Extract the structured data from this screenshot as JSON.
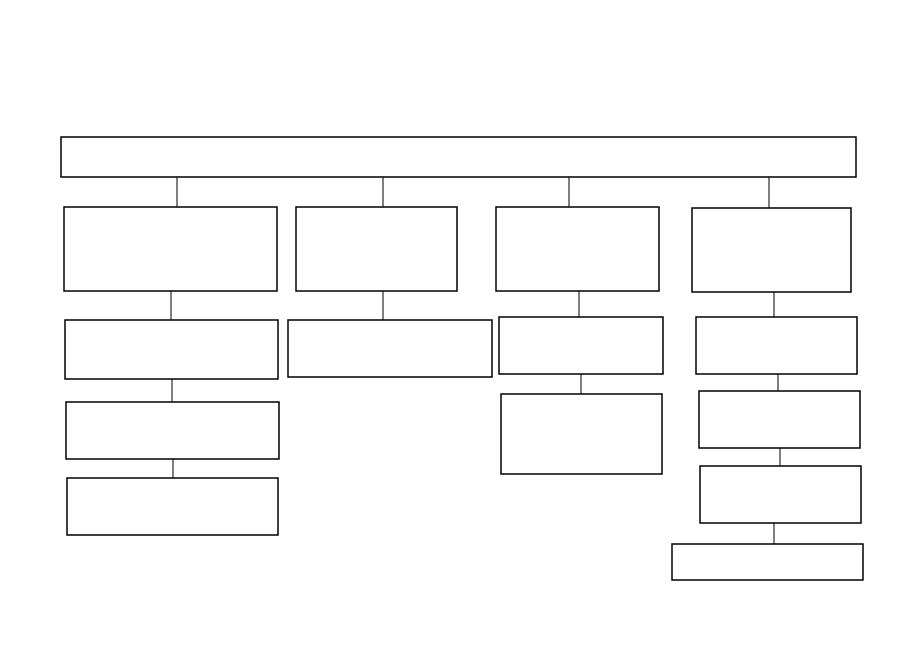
{
  "diagram": {
    "type": "org-chart",
    "colors": {
      "stroke": "#000000",
      "fill": "#ffffff",
      "background": "#ffffff"
    },
    "nodes": [
      {
        "id": "root",
        "text": ""
      },
      {
        "id": "c1",
        "text": ""
      },
      {
        "id": "c1a",
        "text": ""
      },
      {
        "id": "c1b",
        "text": ""
      },
      {
        "id": "c1c",
        "text": ""
      },
      {
        "id": "c2",
        "text": ""
      },
      {
        "id": "c2a",
        "text": ""
      },
      {
        "id": "c3",
        "text": ""
      },
      {
        "id": "c3a",
        "text": ""
      },
      {
        "id": "c3b",
        "text": ""
      },
      {
        "id": "c4",
        "text": ""
      },
      {
        "id": "c4a",
        "text": ""
      },
      {
        "id": "c4b",
        "text": ""
      },
      {
        "id": "c4c",
        "text": ""
      },
      {
        "id": "c4d",
        "text": ""
      }
    ],
    "edges": [
      {
        "from": "root",
        "to": "c1"
      },
      {
        "from": "root",
        "to": "c2"
      },
      {
        "from": "root",
        "to": "c3"
      },
      {
        "from": "root",
        "to": "c4"
      },
      {
        "from": "c1",
        "to": "c1a"
      },
      {
        "from": "c1a",
        "to": "c1b"
      },
      {
        "from": "c1b",
        "to": "c1c"
      },
      {
        "from": "c2",
        "to": "c2a"
      },
      {
        "from": "c3",
        "to": "c3a"
      },
      {
        "from": "c3a",
        "to": "c3b"
      },
      {
        "from": "c4",
        "to": "c4a"
      },
      {
        "from": "c4a",
        "to": "c4b"
      },
      {
        "from": "c4b",
        "to": "c4c"
      },
      {
        "from": "c4c",
        "to": "c4d"
      }
    ]
  }
}
